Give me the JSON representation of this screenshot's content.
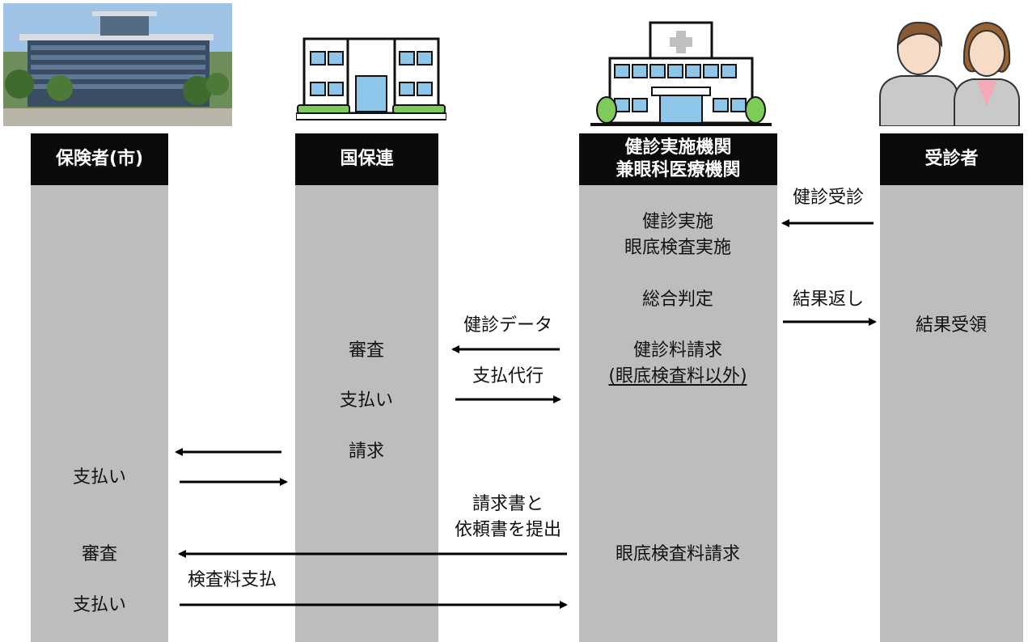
{
  "lanes": {
    "insurer": "保険者(市)",
    "federation": "国保連",
    "institution": "健診実施機関\n兼眼科医療機関",
    "examinee": "受診者"
  },
  "institution_steps": {
    "checkup": "健診実施\n眼底検査実施",
    "judgement": "総合判定",
    "fee_request": "健診料請求",
    "fee_request_note": "(眼底検査料以外)",
    "fundus_fee_request": "眼底検査料請求"
  },
  "examinee_steps": {
    "receive_result": "結果受領"
  },
  "federation_steps": {
    "review": "審査",
    "payment": "支払い",
    "claim": "請求"
  },
  "insurer_steps": {
    "payment": "支払い",
    "review": "審査",
    "payment2": "支払い"
  },
  "arrow_labels": {
    "checkup_visit": "健診受診",
    "result_return": "結果返し",
    "checkup_data": "健診データ",
    "payment_agency": "支払代行",
    "invoice_submit": "請求書と\n依頼書を提出",
    "exam_fee_payment": "検査料支払"
  },
  "colors": {
    "lane": "#bdbdbd",
    "header": "#0b0b0b",
    "arrow": "#000000"
  }
}
